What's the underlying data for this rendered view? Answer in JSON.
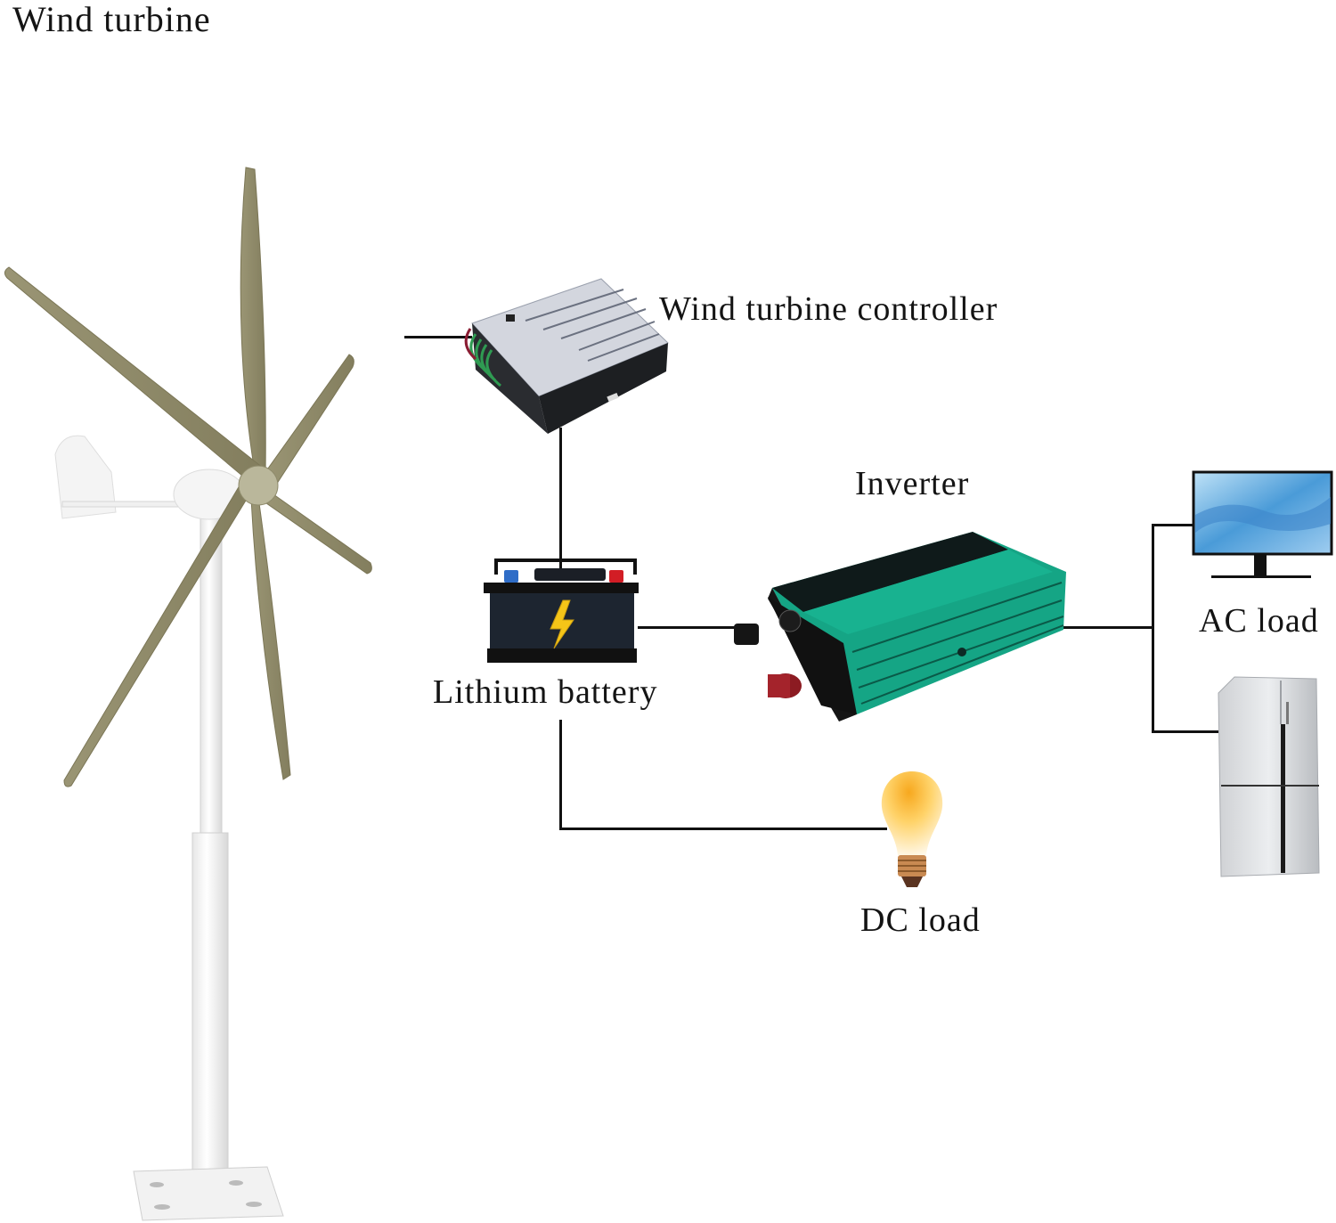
{
  "diagram": {
    "title": "Wind turbine",
    "type": "off-grid wind power system wiring diagram",
    "line_color": "#111111",
    "nodes": [
      {
        "id": "turbine",
        "label": "Wind turbine",
        "icon": "wind-turbine-icon",
        "blade_color": "#8f8a6a"
      },
      {
        "id": "controller",
        "label": "Wind turbine controller",
        "icon": "charge-controller-icon",
        "color": "#c9ccd4"
      },
      {
        "id": "battery",
        "label": "Lithium battery",
        "icon": "battery-icon",
        "color": "#1c2430"
      },
      {
        "id": "inverter",
        "label": "Inverter",
        "icon": "inverter-icon",
        "color": "#13a383"
      },
      {
        "id": "ac_load",
        "label": "AC load",
        "icons": [
          "monitor-icon",
          "refrigerator-icon"
        ]
      },
      {
        "id": "dc_load",
        "label": "DC load",
        "icon": "light-bulb-icon",
        "color": "#f7b733"
      }
    ],
    "edges": [
      {
        "from": "turbine",
        "to": "controller"
      },
      {
        "from": "controller",
        "to": "battery"
      },
      {
        "from": "battery",
        "to": "inverter"
      },
      {
        "from": "inverter",
        "to": "ac_load"
      },
      {
        "from": "battery",
        "to": "dc_load"
      }
    ]
  },
  "labels": {
    "turbine": "Wind turbine",
    "controller": "Wind turbine controller",
    "battery": "Lithium battery",
    "inverter": "Inverter",
    "ac_load": "AC load",
    "dc_load": "DC load"
  }
}
